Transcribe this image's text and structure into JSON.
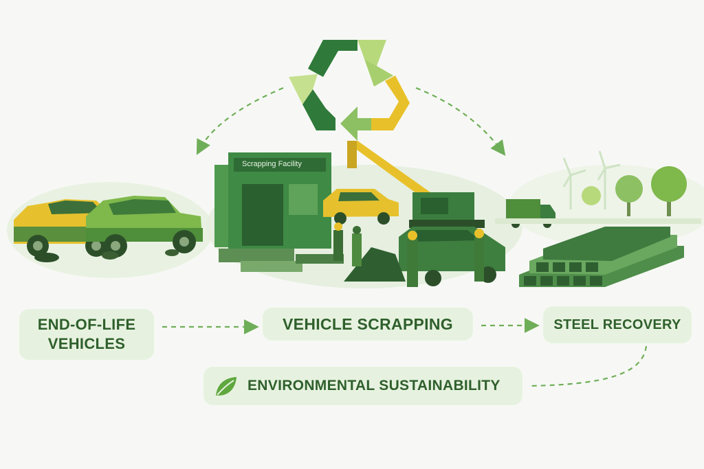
{
  "nodes": {
    "end_of_life": "END-OF-LIFE VEHICLES",
    "scrapping": "VEHICLE SCRAPPING",
    "steel_recovery": "STEEL RECOVERY",
    "sustainability": "ENVIRONMENTAL SUSTAINABILITY"
  },
  "facility_sign": "Scrapping Facility",
  "icons": [
    "recycle-icon",
    "leaf-icon"
  ],
  "colors": {
    "dark_green": "#2f6b35",
    "mid_green": "#5d9a45",
    "light_green": "#a9cf7a",
    "yellow": "#e8c12a",
    "label_bg": "#e6f2df",
    "label_text": "#2f5f2c",
    "arrow": "#6fae58"
  }
}
